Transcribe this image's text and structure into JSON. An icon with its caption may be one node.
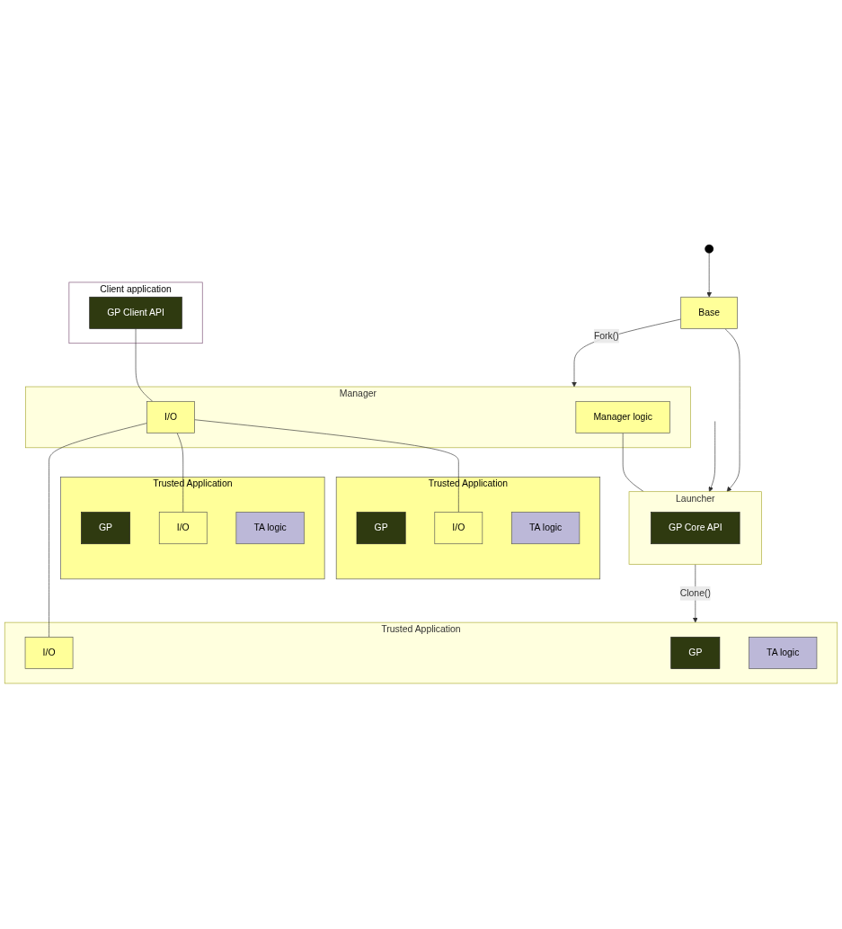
{
  "diagram": {
    "nodes": [
      {
        "text": [],
        "shape": "circle"
      },
      {
        "text": [
          "Base"
        ]
      },
      {
        "text": [
          "Client application"
        ]
      },
      {
        "text": [
          "GP Client API"
        ],
        "in": 2
      },
      {
        "text": [
          "Manager"
        ]
      },
      {
        "text": [
          "I/O"
        ],
        "in": 4
      },
      {
        "text": [
          "Manager logic"
        ],
        "in": 4
      },
      {
        "text": [
          "Launcher"
        ]
      },
      {
        "text": [
          "GP Core API"
        ],
        "in": 7
      },
      {
        "text": [
          "Trusted Application"
        ]
      },
      {
        "text": [
          "GP"
        ],
        "in": 9
      },
      {
        "text": [
          "I/O"
        ],
        "in": 9
      },
      {
        "text": [
          "TA logic"
        ],
        "in": 9
      },
      {
        "text": [
          "Trusted Application"
        ]
      },
      {
        "text": [
          "GP"
        ],
        "in": 13
      },
      {
        "text": [
          "I/O"
        ],
        "in": 13
      },
      {
        "text": [
          "TA logic"
        ],
        "in": 13
      },
      {
        "text": [
          "Trusted Application"
        ]
      },
      {
        "text": [
          "GP"
        ],
        "in": 17
      },
      {
        "text": [
          "I/O"
        ],
        "in": 17
      },
      {
        "text": [
          "TA logic"
        ],
        "in": 17
      }
    ],
    "edges": [
      {
        "from": 0,
        "to": 1,
        "arrow": "to"
      },
      {
        "from": 1,
        "to": 4,
        "arrow": "to",
        "label": "Fork()"
      },
      {
        "from": 1,
        "to": 7,
        "arrow": "to"
      },
      {
        "from": 3,
        "to": 5,
        "arrow": "none"
      },
      {
        "from": 6,
        "to": 7,
        "arrow": "none"
      },
      {
        "from": 7,
        "to": 9,
        "arrow": "to",
        "label": "Clone()"
      },
      {
        "from": null,
        "to": 7,
        "arrow": "to"
      },
      {
        "from": 5,
        "to": 11,
        "arrow": "none"
      },
      {
        "from": 5,
        "to": 15,
        "arrow": "none"
      },
      {
        "from": 5,
        "to": 19,
        "arrow": "none"
      }
    ]
  }
}
